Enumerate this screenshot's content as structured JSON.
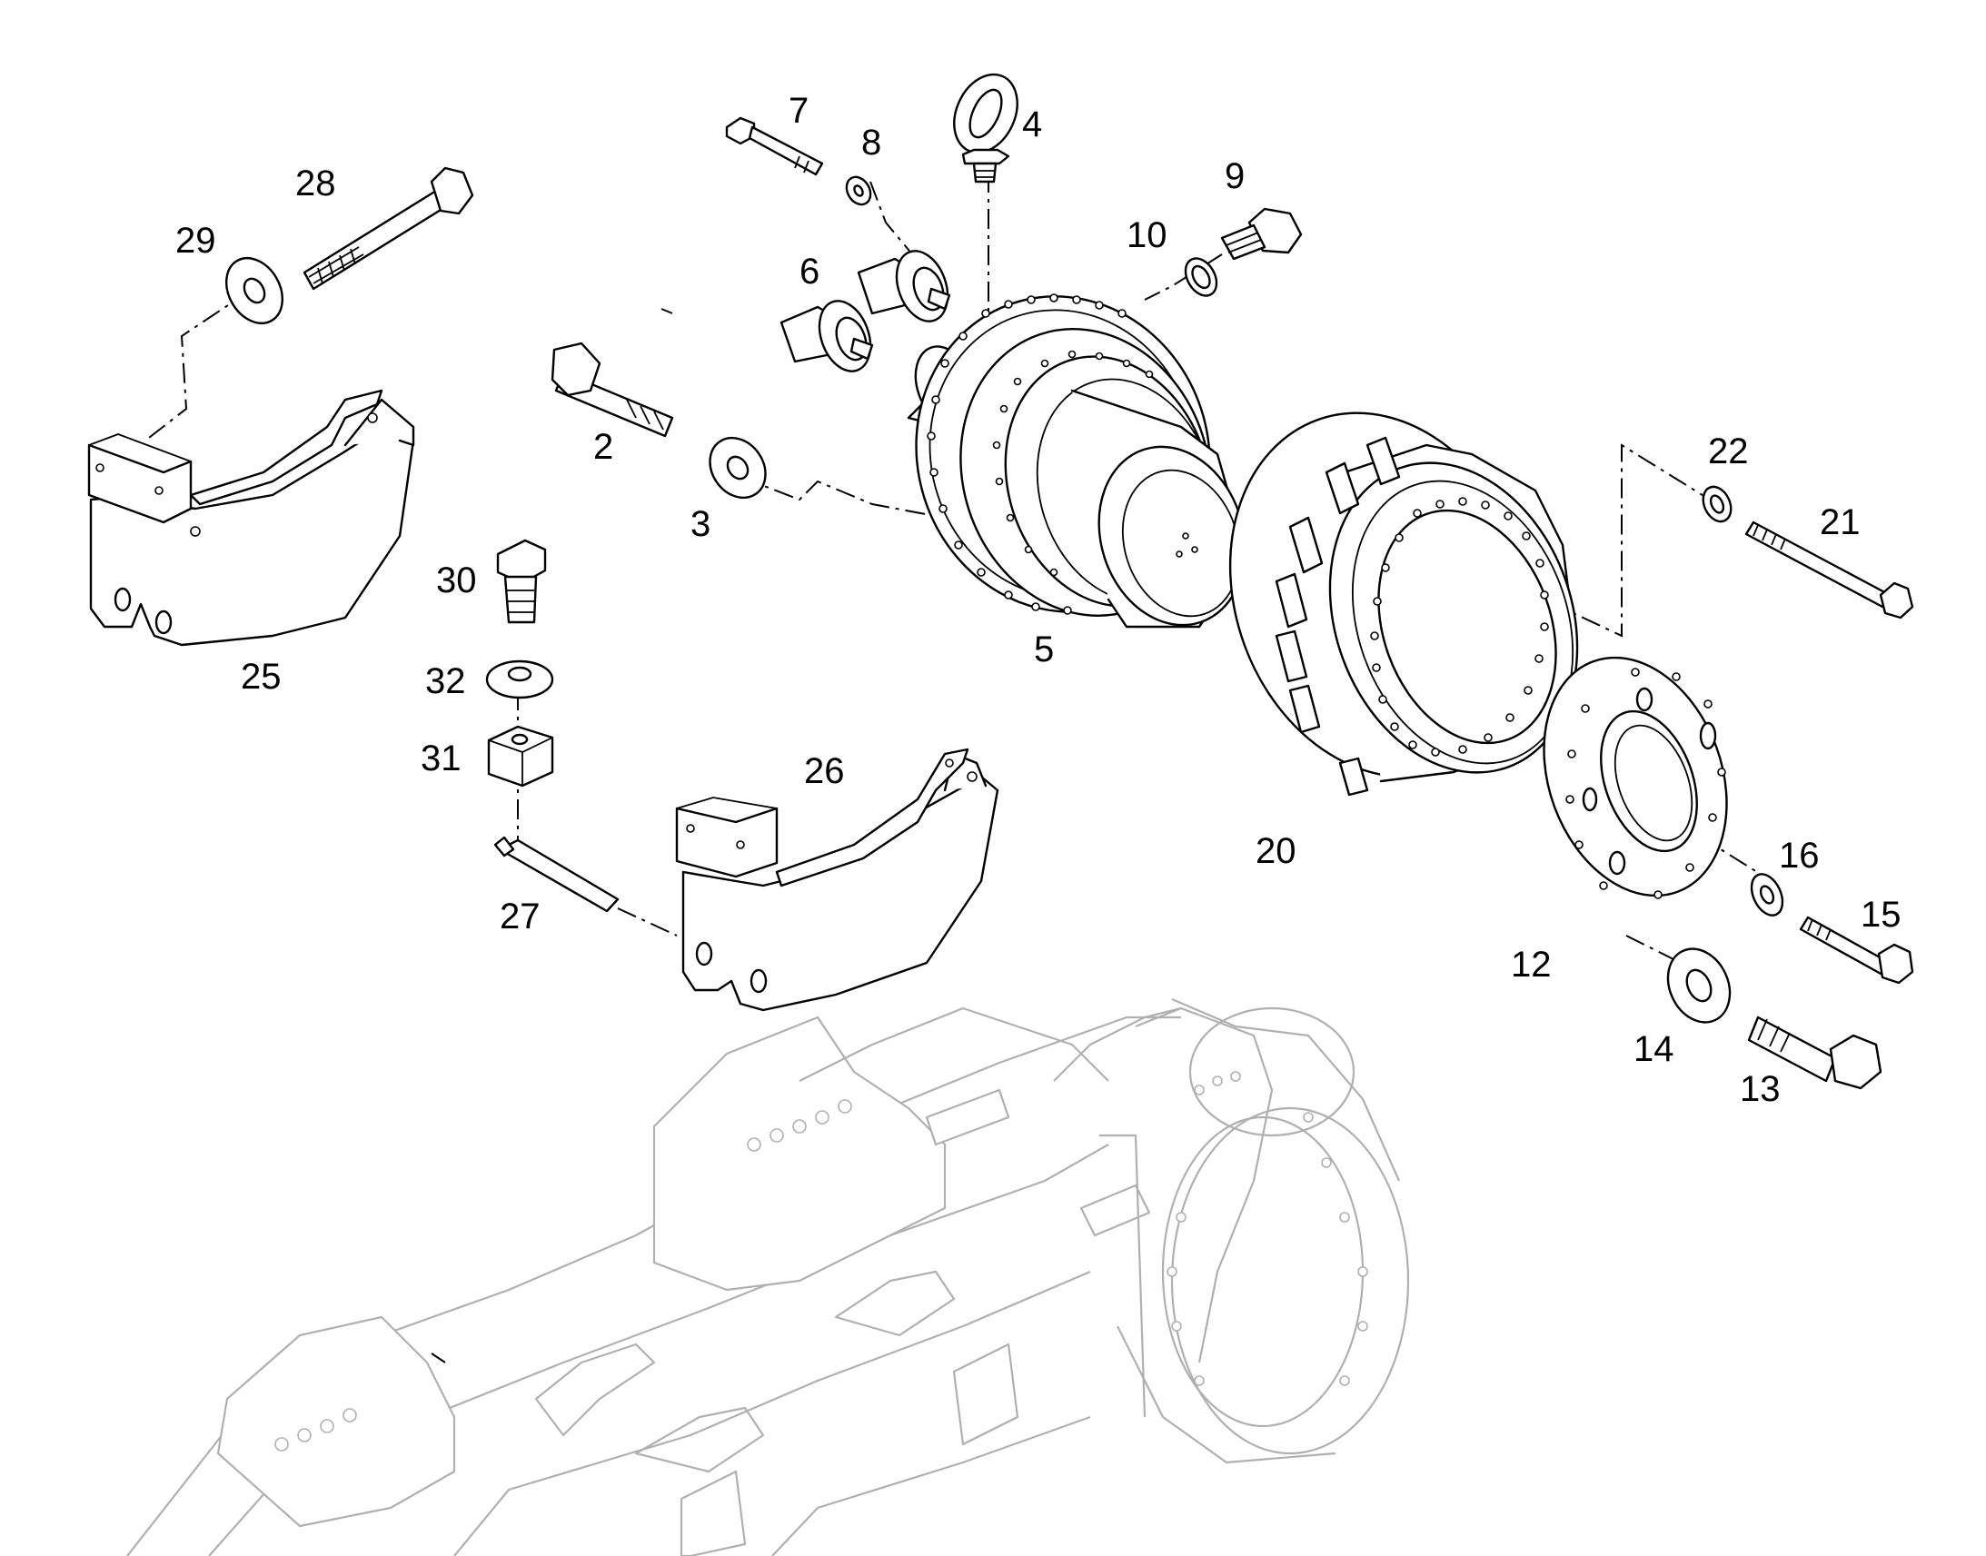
{
  "diagram": {
    "type": "exploded-parts-view",
    "colors": {
      "line": "#000000",
      "background_frame": "#b0b0b0",
      "paper": "#ffffff"
    },
    "callouts": [
      {
        "id": "2",
        "label": "2"
      },
      {
        "id": "3",
        "label": "3"
      },
      {
        "id": "4",
        "label": "4"
      },
      {
        "id": "5",
        "label": "5"
      },
      {
        "id": "6",
        "label": "6"
      },
      {
        "id": "7",
        "label": "7"
      },
      {
        "id": "8",
        "label": "8"
      },
      {
        "id": "9",
        "label": "9"
      },
      {
        "id": "10",
        "label": "10"
      },
      {
        "id": "12",
        "label": "12"
      },
      {
        "id": "13",
        "label": "13"
      },
      {
        "id": "14",
        "label": "14"
      },
      {
        "id": "15",
        "label": "15"
      },
      {
        "id": "16",
        "label": "16"
      },
      {
        "id": "20",
        "label": "20"
      },
      {
        "id": "21",
        "label": "21"
      },
      {
        "id": "22",
        "label": "22"
      },
      {
        "id": "25",
        "label": "25"
      },
      {
        "id": "26",
        "label": "26"
      },
      {
        "id": "27",
        "label": "27"
      },
      {
        "id": "28",
        "label": "28"
      },
      {
        "id": "29",
        "label": "29"
      },
      {
        "id": "30",
        "label": "30"
      },
      {
        "id": "31",
        "label": "31"
      },
      {
        "id": "32",
        "label": "32"
      }
    ]
  }
}
